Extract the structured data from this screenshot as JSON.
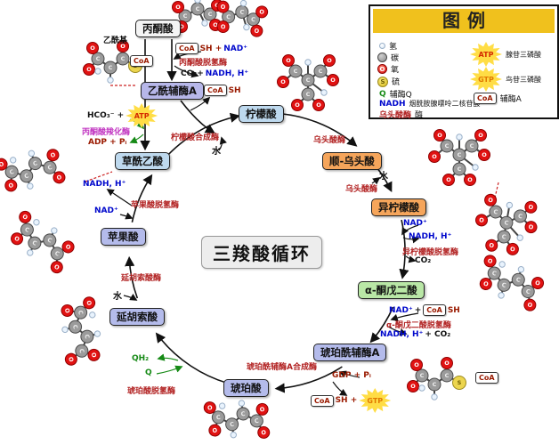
{
  "title": "三羧酸循环",
  "nodes": {
    "pyruvate": {
      "label": "丙酮酸",
      "color": "#f4f4f4"
    },
    "acetyl_coa": {
      "label": "乙酰辅酶A",
      "color": "#b7b7e9"
    },
    "citrate": {
      "label": "柠檬酸",
      "color": "#bed9ee"
    },
    "cis_aconitate": {
      "label": "顺-乌头酸",
      "color": "#f5a55b"
    },
    "isocitrate": {
      "label": "异柠檬酸",
      "color": "#f5a55b"
    },
    "alpha_ketoglutarate": {
      "label": "α-酮戊二酸",
      "color": "#b9e7a6"
    },
    "succinyl_coa": {
      "label": "琥珀酰辅酶A",
      "color": "#b4bbeb"
    },
    "succinate": {
      "label": "琥珀酸",
      "color": "#b4bbeb"
    },
    "fumarate": {
      "label": "延胡索酸",
      "color": "#b4bbeb"
    },
    "malate": {
      "label": "苹果酸",
      "color": "#b4bbeb"
    },
    "oxaloacetate": {
      "label": "草酰乙酸",
      "color": "#bed9ee"
    }
  },
  "enzymes": {
    "pyruvate_dehydrogenase": "丙酮酸脱氢酶",
    "pyruvate_carboxylase": "丙酮酸羧化酶",
    "citrate_synthase": "柠檬酸合成酶",
    "aconitase": "乌头酸酶",
    "isocitrate_dehydrogenase": "异柠檬酸脱氢酶",
    "akg_dehydrogenase": "α-酮戊二酸脱氢酶",
    "succinyl_coa_synthetase": "琥珀酰辅酶A合成酶",
    "succinate_dehydrogenase": "琥珀酸脱氢酶",
    "fumarase": "延胡索酸酶",
    "malate_dehydrogenase": "苹果酸脱氢酶"
  },
  "labels": {
    "acetyl_group": "乙酰基",
    "coa": "CoA",
    "atp": "ATP",
    "gtp": "GTP",
    "plus": "+",
    "sh": "SH",
    "sh_plus": "SH +",
    "nad": "NAD⁺",
    "nadh_h": "NADH, H⁺",
    "co2": "CO₂",
    "co2_plus": "CO₂+",
    "plus_co2": "+ CO₂",
    "hco3_plus": "HCO₃⁻ +",
    "adp_pi": "ADP + Pᵢ",
    "gdp_pi": "GDP + Pᵢ",
    "water": "水",
    "q": "Q",
    "qh2": "QH₂"
  },
  "legend": {
    "title": "图例",
    "hydrogen": "氢",
    "carbon": "碳",
    "oxygen": "氧",
    "sulfur": "硫",
    "o_letter": "O",
    "s_letter": "S",
    "q_symbol": "Q",
    "q_name": "辅酶Q",
    "nadh_symbol": "NADH",
    "nadh_name": "烟酰胺腺嘌呤二核苷酸",
    "enzyme_example": "乌头酸酶",
    "enzyme_name": "酶",
    "atp_symbol": "ATP",
    "atp_name": "腺苷三磷酸",
    "gtp_symbol": "GTP",
    "gtp_name": "鸟苷三磷酸",
    "coa_symbol": "CoA",
    "coa_name": "辅酶A"
  },
  "atom_letters": {
    "C": "C",
    "O": "O",
    "S": "S",
    "H": ""
  },
  "colors": {
    "enzyme_red": "#b22222",
    "carboxylase_magenta": "#c238c2",
    "nad_blue": "#0008cc",
    "cofactor_dark_red": "#9a1a00",
    "q_green": "#168a16",
    "legend_title_bg": "#f0c11d",
    "atp_burst_yellow": "#ffdd45"
  }
}
